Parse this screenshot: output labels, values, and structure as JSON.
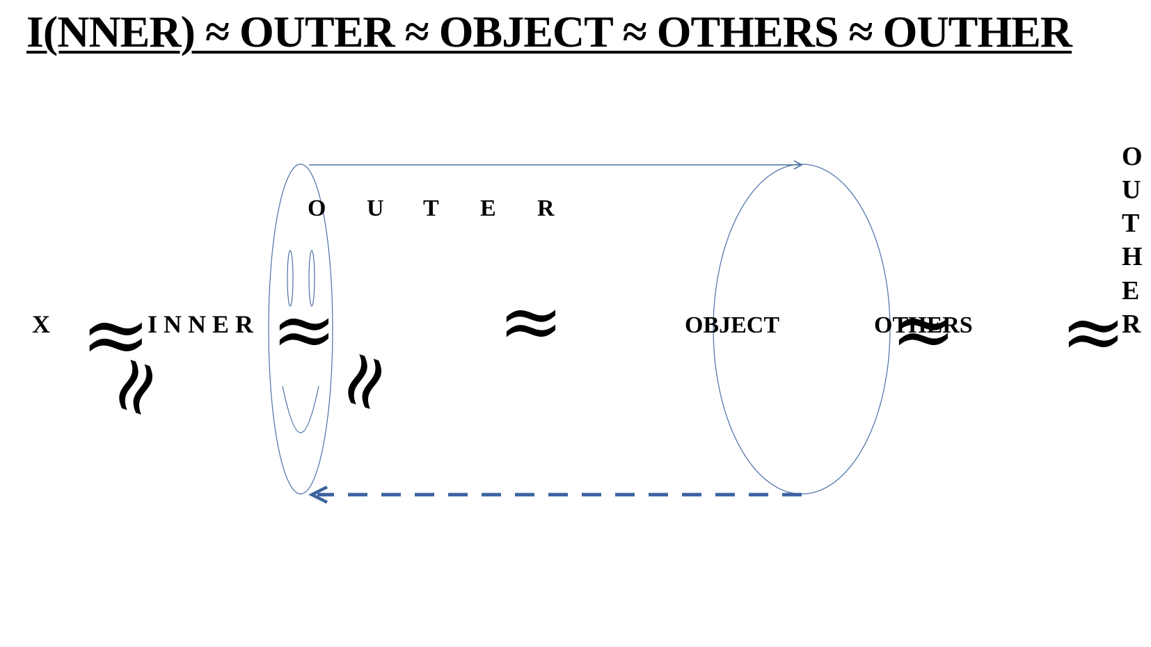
{
  "title": "I(NNER) ≈ OUTER ≈ OBJECT ≈ OTHERS ≈ OUTHER",
  "labels": {
    "x": "X",
    "inner": "I N N E R",
    "outer_letters": [
      "O",
      "U",
      "T",
      "E",
      "R"
    ],
    "object": "OBJECT",
    "others": "OTHERS",
    "outher_letters": [
      "O",
      "U",
      "T",
      "H",
      "E",
      "R"
    ]
  },
  "symbols": {
    "approx": "≈"
  },
  "colors": {
    "line": "#4a6fa5",
    "dashed_arrow": "#3a62a0",
    "text": "#000000"
  }
}
